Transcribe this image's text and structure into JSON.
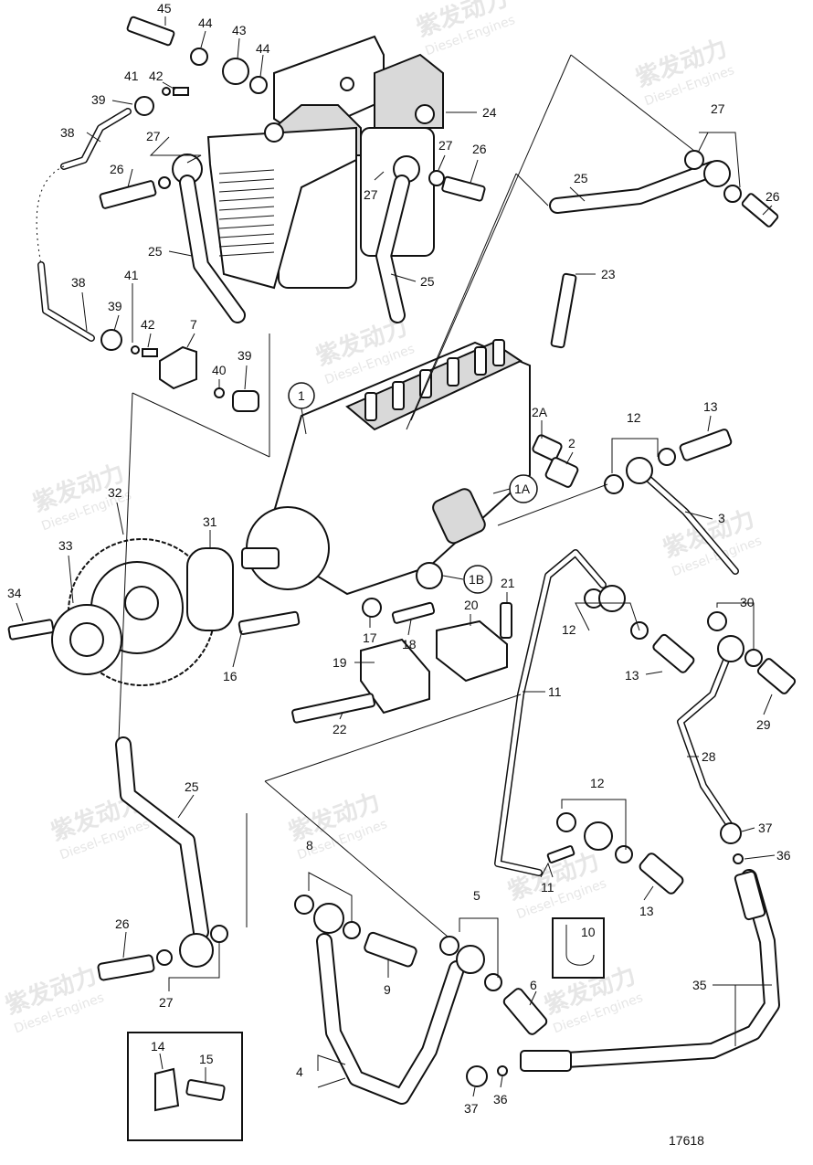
{
  "watermark": {
    "brand_cn": "紫发动力",
    "brand_en": "Diesel-Engines",
    "accent_color": "#e6e6e6"
  },
  "drawing_number": "17618",
  "callouts": {
    "c45": "45",
    "c44a": "44",
    "c43": "43",
    "c44b": "44",
    "c41a": "41",
    "c42a": "42",
    "c39a": "39",
    "c38a": "38",
    "c27a": "27",
    "c26a": "26",
    "c25a": "25",
    "c24": "24",
    "c27b": "27",
    "c26b": "26",
    "c27c": "27",
    "c25b": "25",
    "c27d": "27",
    "c25c": "25",
    "c26c": "26",
    "c23": "23",
    "c38b": "38",
    "c41b": "41",
    "c39b": "39",
    "c42b": "42",
    "c7": "7",
    "c40": "40",
    "c39c": "39",
    "c1": "1",
    "c2A": "2A",
    "c2": "2",
    "c1A": "1A",
    "c1B": "1B",
    "c12a": "12",
    "c13a": "13",
    "c3": "3",
    "c32": "32",
    "c31": "31",
    "c33": "33",
    "c34": "34",
    "c16": "16",
    "c17": "17",
    "c18": "18",
    "c19": "19",
    "c20": "20",
    "c21": "21",
    "c22": "22",
    "c12b": "12",
    "c13b": "13",
    "c30": "30",
    "c29": "29",
    "c11a": "11",
    "c28": "28",
    "c25d": "25",
    "c12c": "12",
    "c37a": "37",
    "c36a": "36",
    "c11b": "11",
    "c13c": "13",
    "c8": "8",
    "c5": "5",
    "c10": "10",
    "c26d": "26",
    "c27e": "27",
    "c9": "9",
    "c6": "6",
    "c35": "35",
    "c4": "4",
    "c14": "14",
    "c15": "15",
    "c37b": "37",
    "c36b": "36"
  }
}
